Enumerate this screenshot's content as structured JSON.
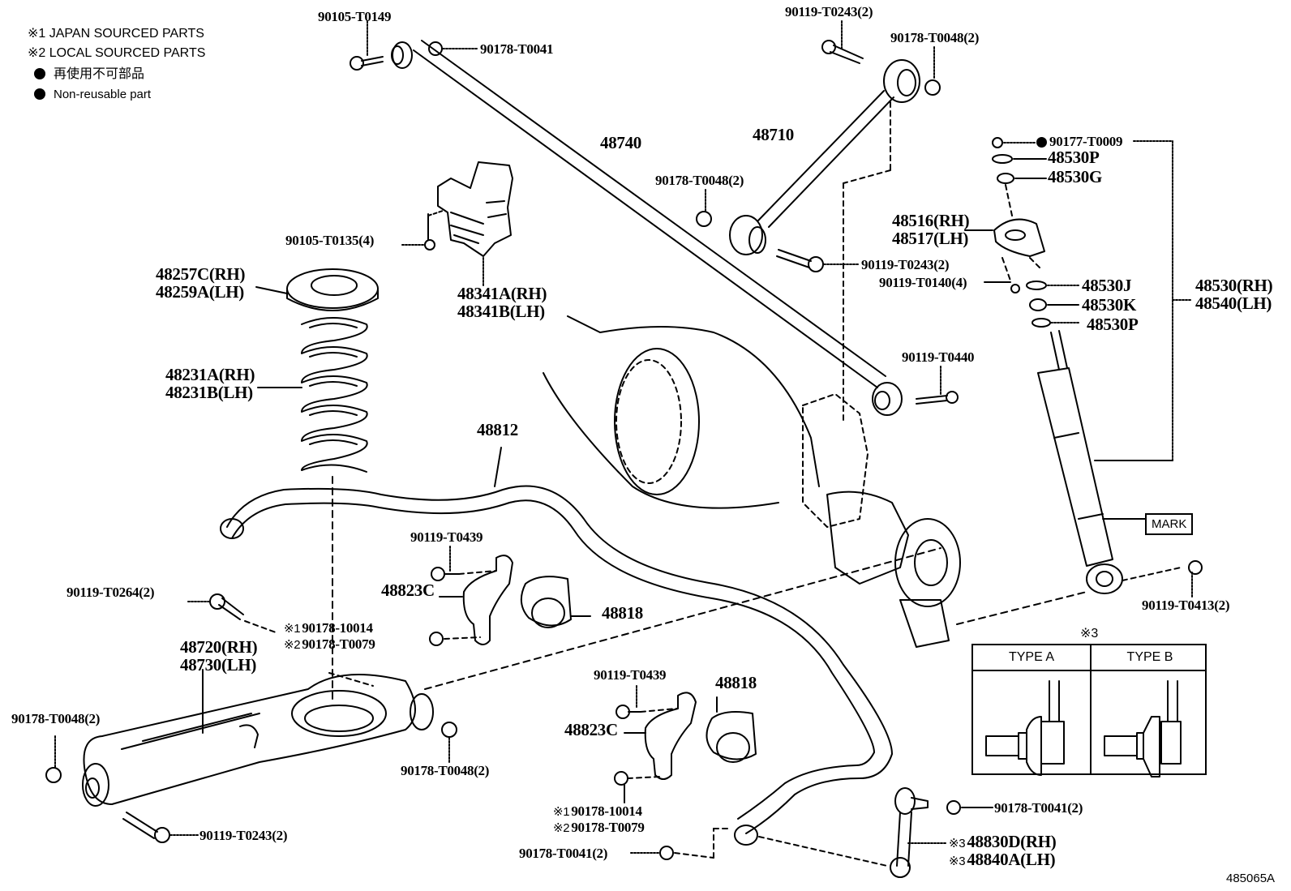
{
  "diagram": {
    "type": "exploded-parts-diagram",
    "subject": "rear suspension",
    "figure_code": "485065A"
  },
  "legend": {
    "note1": "※1 JAPAN SOURCED PARTS",
    "note2": "※2 LOCAL SOURCED PARTS",
    "non_reusable_jp": "再使用不可部品",
    "non_reusable_en": "Non-reusable part"
  },
  "parts": {
    "p90105_T0149": "90105-T0149",
    "p90178_T0041_top": "90178-T0041",
    "p90119_T0243_top": "90119-T0243(2)",
    "p90178_T0048_top": "90178-T0048(2)",
    "p48740": "48740",
    "p48710": "48710",
    "p90178_T0048_mid": "90178-T0048(2)",
    "p90177_T0009": "90177-T0009",
    "p48530P_top": "48530P",
    "p48530G": "48530G",
    "p48516": "48516(RH)",
    "p48517": "48517(LH)",
    "p90119_T0243_mid": "90119-T0243(2)",
    "p90119_T0140": "90119-T0140(4)",
    "p48530J": "48530J",
    "p48530K": "48530K",
    "p48530P_bot": "48530P",
    "p48530": "48530(RH)",
    "p48540": "48540(LH)",
    "p90105_T0135": "90105-T0135(4)",
    "p48257C": "48257C(RH)",
    "p48259A": "48259A(LH)",
    "p48341A": "48341A(RH)",
    "p48341B": "48341B(LH)",
    "p48231A": "48231A(RH)",
    "p48231B": "48231B(LH)",
    "p48812": "48812",
    "p90119_T0440": "90119-T0440",
    "p90119_T0439_a": "90119-T0439",
    "p48823C_a": "48823C",
    "p48818_a": "48818",
    "p90119_T0264": "90119-T0264(2)",
    "p90178_10014_a": "90178-10014",
    "p90178_T0079_a": "90178-T0079",
    "p48720": "48720(RH)",
    "p48730": "48730(LH)",
    "p90178_T0048_left": "90178-T0048(2)",
    "p90178_T0048_arm": "90178-T0048(2)",
    "p90119_T0243_bot": "90119-T0243(2)",
    "p90119_T0439_b": "90119-T0439",
    "p48818_b": "48818",
    "p48823C_b": "48823C",
    "p90178_10014_b": "90178-10014",
    "p90178_T0079_b": "90178-T0079",
    "p90178_T0041_bot": "90178-T0041(2)",
    "p90178_T0041_link": "90178-T0041(2)",
    "p48830D": "48830D(RH)",
    "p48840A": "48840A(LH)",
    "p90119_T0413": "90119-T0413(2)"
  },
  "markers": {
    "ref1": "※1",
    "ref2": "※2",
    "ref3": "※3"
  },
  "mark_label": "MARK",
  "type_table": {
    "ref": "※3",
    "col_a": "TYPE  A",
    "col_b": "TYPE  B"
  }
}
